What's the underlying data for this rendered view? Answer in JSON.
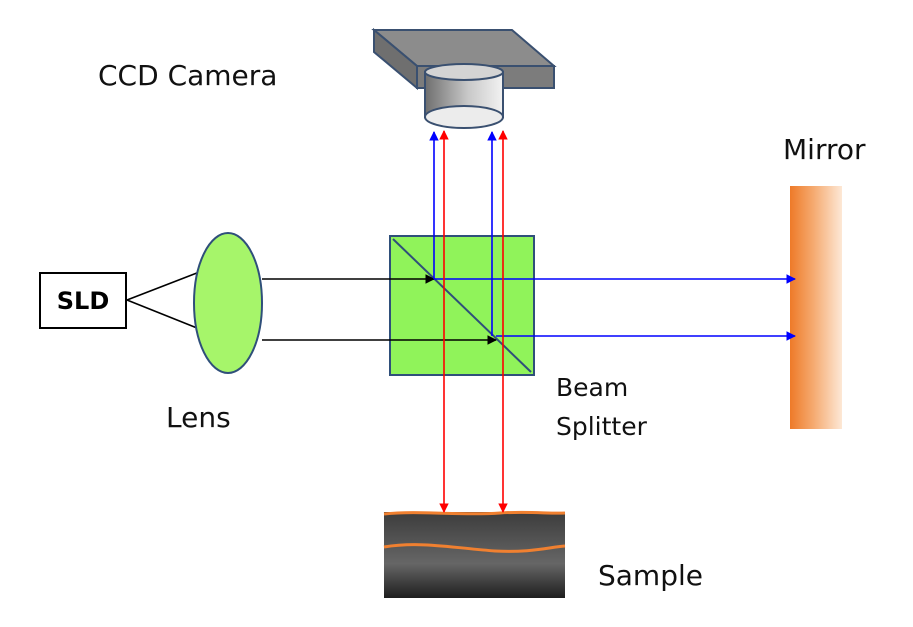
{
  "labels": {
    "camera": "CCD Camera",
    "mirror": "Mirror",
    "source": "SLD",
    "lens": "Lens",
    "splitter_line1": "Beam",
    "splitter_line2": "Splitter",
    "sample": "Sample"
  },
  "colors": {
    "reference_beam": "#0000ff",
    "sample_beam": "#ff0000",
    "source_beam": "#000000",
    "lens_fill": "#a6f56a",
    "splitter_fill": "#90f35a",
    "mirror": "#f08030",
    "sample_layer": "#f08030",
    "camera_body": "#7f7f7f"
  }
}
